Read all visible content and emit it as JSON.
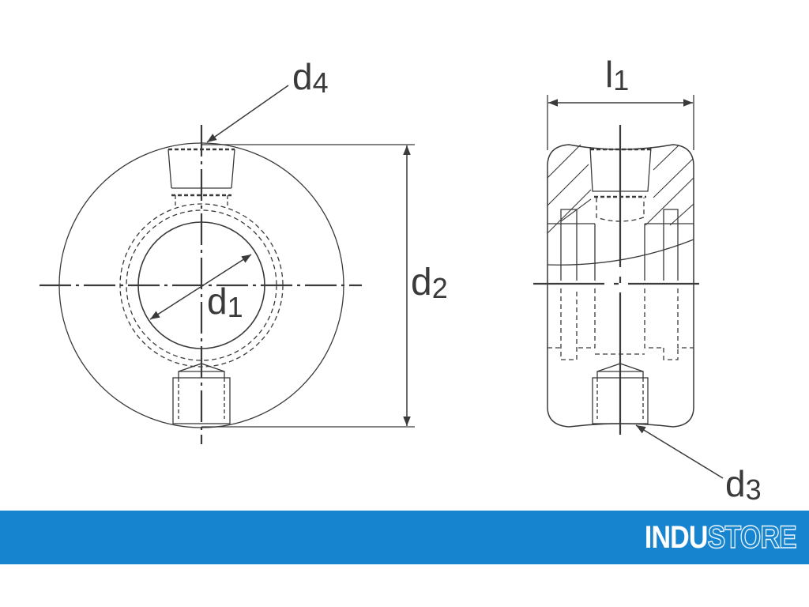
{
  "labels": {
    "d1": "d1",
    "d2": "d2",
    "d3": "d3",
    "d4": "d4",
    "l1": "l1"
  },
  "logo": {
    "part1": "INDU",
    "part2": "STORE"
  },
  "colors": {
    "line": "#3a3a3a",
    "banner": "#1784cf"
  }
}
